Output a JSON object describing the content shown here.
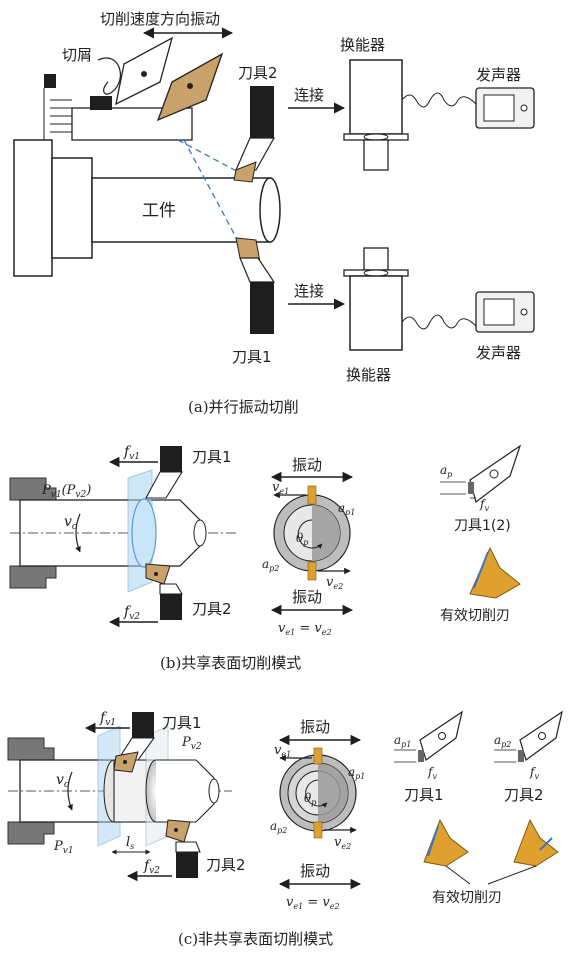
{
  "panel_a": {
    "top_label": "切削速度方向振动",
    "chip": "切屑",
    "tool2": "刀具2",
    "tool1": "刀具1",
    "connect": "连接",
    "transducer": "换能器",
    "generator": "发声器",
    "workpiece": "工件",
    "caption": "(a)并行振动切削"
  },
  "panel_b": {
    "fv1": "f",
    "fv1_sub": "v1",
    "fv2": "f",
    "fv2_sub": "v2",
    "tool1": "刀具1",
    "tool2": "刀具2",
    "plane": "P",
    "plane_sub": "v1",
    "plane2": "(P",
    "plane2_sub": "v2",
    "plane2_close": ")",
    "vc": "v",
    "vc_sub": "c",
    "vib": "振动",
    "ve1": "v",
    "ve1_sub": "e1",
    "ve2": "v",
    "ve2_sub": "e2",
    "ap1": "a",
    "ap1_sub": "p1",
    "ap2": "a",
    "ap2_sub": "p2",
    "theta": "θ",
    "theta_sub": "p",
    "eq_a": "v",
    "eq_a_sub": "e1",
    "eq_eq": " = ",
    "eq_b": "v",
    "eq_b_sub": "e2",
    "ap": "a",
    "ap_sub": "p",
    "fv": "f",
    "fv_sub": "v",
    "tool12": "刀具1(2)",
    "edge": "有效切削刃",
    "caption": "(b)共享表面切削模式"
  },
  "panel_c": {
    "fv1": "f",
    "fv1_sub": "v1",
    "fv2": "f",
    "fv2_sub": "v2",
    "tool1": "刀具1",
    "tool2": "刀具2",
    "pv1": "P",
    "pv1_sub": "v1",
    "pv2": "P",
    "pv2_sub": "v2",
    "vc": "v",
    "vc_sub": "c",
    "ls": "l",
    "ls_sub": "s",
    "vib": "振动",
    "ve1": "v",
    "ve1_sub": "e1",
    "ve2": "v",
    "ve2_sub": "e2",
    "ap1": "a",
    "ap1_sub": "p1",
    "ap2": "a",
    "ap2_sub": "p2",
    "theta": "θ",
    "theta_sub": "p",
    "eq_a": "v",
    "eq_a_sub": "e1",
    "eq_eq": " = ",
    "eq_b": "v",
    "eq_b_sub": "e2",
    "r_ap1": "a",
    "r_ap1_sub": "p1",
    "r_ap2": "a",
    "r_ap2_sub": "p2",
    "r_fv": "f",
    "r_fv_sub": "v",
    "r_tool1": "刀具1",
    "r_tool2": "刀具2",
    "edge": "有效切削刃",
    "caption": "(c)非共享表面切削模式"
  },
  "colors": {
    "tool_insert": "#c8a26a",
    "orange": "#e0a030",
    "blue_plane": "#a8d4f0",
    "dashed": "#3c78c0",
    "dark": "#1e1e1e"
  }
}
